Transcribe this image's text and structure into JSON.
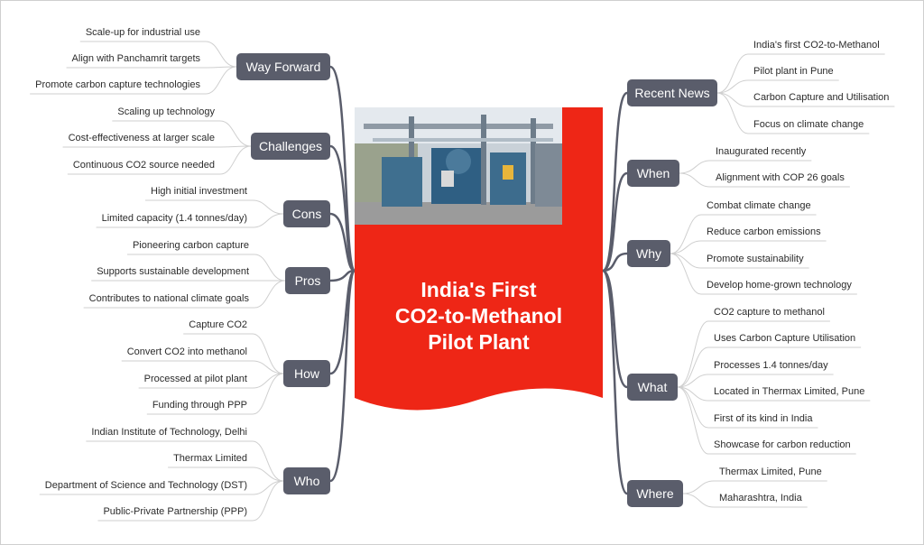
{
  "center": {
    "title_lines": [
      "India's First",
      "CO2-to-Methanol",
      "Pilot Plant"
    ],
    "photo_icon": "industrial-plant-photo",
    "color": "#ee2616"
  },
  "colors": {
    "node_bg": "#5a5d6b",
    "connector": "#5a5d6b",
    "leaf_line": "#cfcfcf"
  },
  "branches": [
    {
      "id": "recent-news",
      "label": "Recent News",
      "side": "right",
      "leaves": [
        "India's first CO2-to-Methanol",
        "Pilot plant in Pune",
        "Carbon Capture and Utilisation",
        "Focus on climate change"
      ]
    },
    {
      "id": "when",
      "label": "When",
      "side": "right",
      "leaves": [
        "Inaugurated recently",
        "Alignment with COP 26 goals"
      ]
    },
    {
      "id": "why",
      "label": "Why",
      "side": "right",
      "leaves": [
        "Combat climate change",
        "Reduce carbon emissions",
        "Promote sustainability",
        "Develop home-grown technology"
      ]
    },
    {
      "id": "what",
      "label": "What",
      "side": "right",
      "leaves": [
        "CO2 capture to methanol",
        "Uses Carbon Capture Utilisation",
        "Processes 1.4 tonnes/day",
        "Located in Thermax Limited, Pune",
        "First of its kind in India",
        "Showcase for carbon reduction"
      ]
    },
    {
      "id": "where",
      "label": "Where",
      "side": "right",
      "leaves": [
        "Thermax Limited, Pune",
        "Maharashtra, India"
      ]
    },
    {
      "id": "way-forward",
      "label": "Way Forward",
      "side": "left",
      "leaves": [
        "Scale-up for industrial use",
        "Align with Panchamrit targets",
        "Promote carbon capture technologies"
      ]
    },
    {
      "id": "challenges",
      "label": "Challenges",
      "side": "left",
      "leaves": [
        "Scaling up technology",
        "Cost-effectiveness at larger scale",
        "Continuous CO2 source needed"
      ]
    },
    {
      "id": "cons",
      "label": "Cons",
      "side": "left",
      "leaves": [
        "High initial investment",
        "Limited capacity (1.4 tonnes/day)"
      ]
    },
    {
      "id": "pros",
      "label": "Pros",
      "side": "left",
      "leaves": [
        "Pioneering carbon capture",
        "Supports sustainable development",
        "Contributes to national climate goals"
      ]
    },
    {
      "id": "how",
      "label": "How",
      "side": "left",
      "leaves": [
        "Capture CO2",
        "Convert CO2 into methanol",
        "Processed at pilot plant",
        "Funding through PPP"
      ]
    },
    {
      "id": "who",
      "label": "Who",
      "side": "left",
      "leaves": [
        "Indian Institute of Technology, Delhi",
        "Thermax Limited",
        "Department of Science and Technology (DST)",
        "Public-Private Partnership (PPP)"
      ]
    }
  ]
}
